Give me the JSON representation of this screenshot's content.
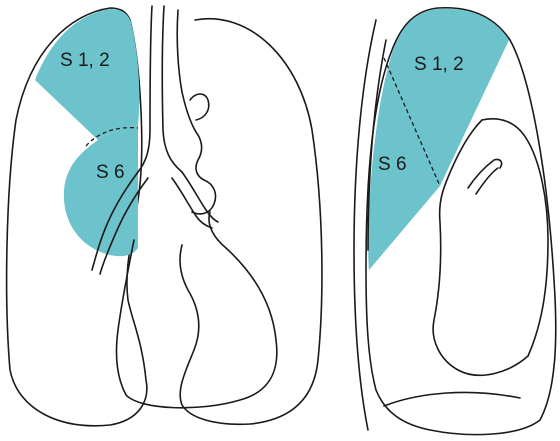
{
  "colors": {
    "segment_fill": "#6cc3cc",
    "outline": "#1a1a1a",
    "background": "#ffffff"
  },
  "frontal_view": {
    "label_upper": "S 1, 2",
    "label_lower": "S 6"
  },
  "lateral_view": {
    "label_upper": "S 1, 2",
    "label_lower": "S 6"
  }
}
